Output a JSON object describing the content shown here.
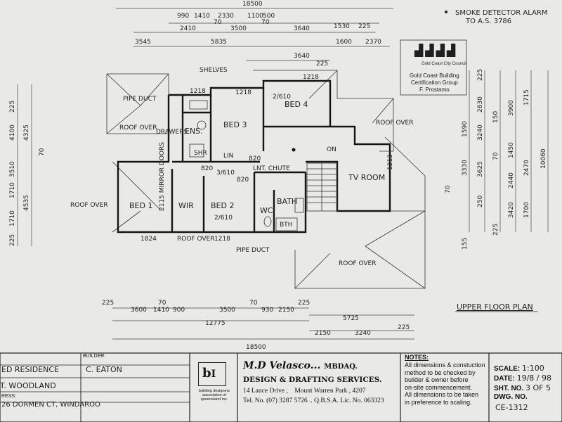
{
  "notes_top": {
    "smoke_1": "SMOKE DETECTOR ALARM",
    "smoke_2": "TO A.S. 3786"
  },
  "stamp": {
    "council": "Gold Coast City Council",
    "line1": "Gold Coast Building",
    "line2": "Certification Group",
    "line3": "F. Prostamo"
  },
  "overall_dims": {
    "top": "18500",
    "bottom": "18500"
  },
  "top_dims_row1": [
    "990",
    "1410",
    "2330",
    "1100",
    "500",
    "2410",
    "70",
    "3500",
    "70",
    "3640",
    "1530",
    "225"
  ],
  "top_dims_row2": [
    "3545",
    "5835",
    "1600",
    "2370"
  ],
  "top_dims_row3": [
    "3640",
    "225"
  ],
  "rooms": {
    "bed1": "BED 1",
    "bed2": "BED 2",
    "bed3": "BED 3",
    "bed4": "BED 4",
    "wir": "WIR",
    "ens": "ENS.",
    "bath": "BATH",
    "wc": "WC",
    "tv": "TV ROOM",
    "lin": "LIN"
  },
  "annotations": {
    "pipe_duct_top": "PIPE DUCT",
    "pipe_duct_bottom": "PIPE DUCT",
    "shelves": "SHELVES",
    "drawers": "DRAWERS",
    "roof_over_1": "ROOF OVER",
    "roof_over_2": "ROOF OVER",
    "roof_over_3": "ROOF OVER",
    "roof_over_4": "ROOF OVER",
    "roof_over_5": "ROOF OVER",
    "lnt_chute": "LNT. CHUTE",
    "mirror": "2115 MIRROR DOORS",
    "on": "ON",
    "bth": "BTH",
    "shr": "SHR",
    "door_dims": [
      "1218",
      "1218",
      "1218",
      "1824",
      "1218",
      "1213",
      "2/610",
      "2/610",
      "3/610",
      "820",
      "820",
      "820"
    ]
  },
  "left_dims": [
    "225",
    "4100",
    "4325",
    "70",
    "3510",
    "1710",
    "4535",
    "1710",
    "225"
  ],
  "right_dims_a": [
    "225",
    "3900",
    "1715",
    "2630",
    "150",
    "1590",
    "3240",
    "1450",
    "3330",
    "3625",
    "70",
    "2440",
    "2470",
    "250",
    "155",
    "3420",
    "1700",
    "225",
    "70"
  ],
  "right_dims_overall": "10060",
  "bottom_dims_row1": [
    "225",
    "3600",
    "70",
    "1410",
    "900",
    "3500",
    "70",
    "930",
    "2150",
    "225"
  ],
  "bottom_dims_row2": [
    "12775",
    "5725"
  ],
  "bottom_dims_row3": [
    "2150",
    "3240",
    "225"
  ],
  "plan_title": "UPPER FLOOR PLAN",
  "title_block": {
    "project": "ED RESIDENCE",
    "builder_label": "BUILDER:",
    "builder": "C. EATON",
    "site1": "T. WOODLAND",
    "address_label": "RESS:",
    "address": "26 DORMEN CT, WINDAROO",
    "assoc": "building designers association of queensland inc.",
    "firm_name": "M.D Velasco...",
    "firm_suffix": "MBDAQ.",
    "firm_line2": "DESIGN & DRAFTING SERVICES.",
    "firm_addr": "14 Lance Drive ,    Mount Warren Park , 4207",
    "firm_tel": "Tel. No. (07) 3287 5726 .. Q.B.S.A. Lic. No. 063323",
    "notes_head": "NOTES:",
    "notes": [
      "All dimensions & constuction",
      "method to be checked by",
      "builder & owner before",
      "on-site commencement.",
      "All dimensions to be taken",
      "in preference to scaling."
    ],
    "scale_label": "SCALE:",
    "scale": "1:100",
    "date_label": "DATE:",
    "date": "19/8 / 98",
    "sheet_label": "SHT. NO.",
    "sheet": "3 OF 5",
    "dwg_label": "DWG. NO.",
    "dwg": "CE-1312"
  }
}
